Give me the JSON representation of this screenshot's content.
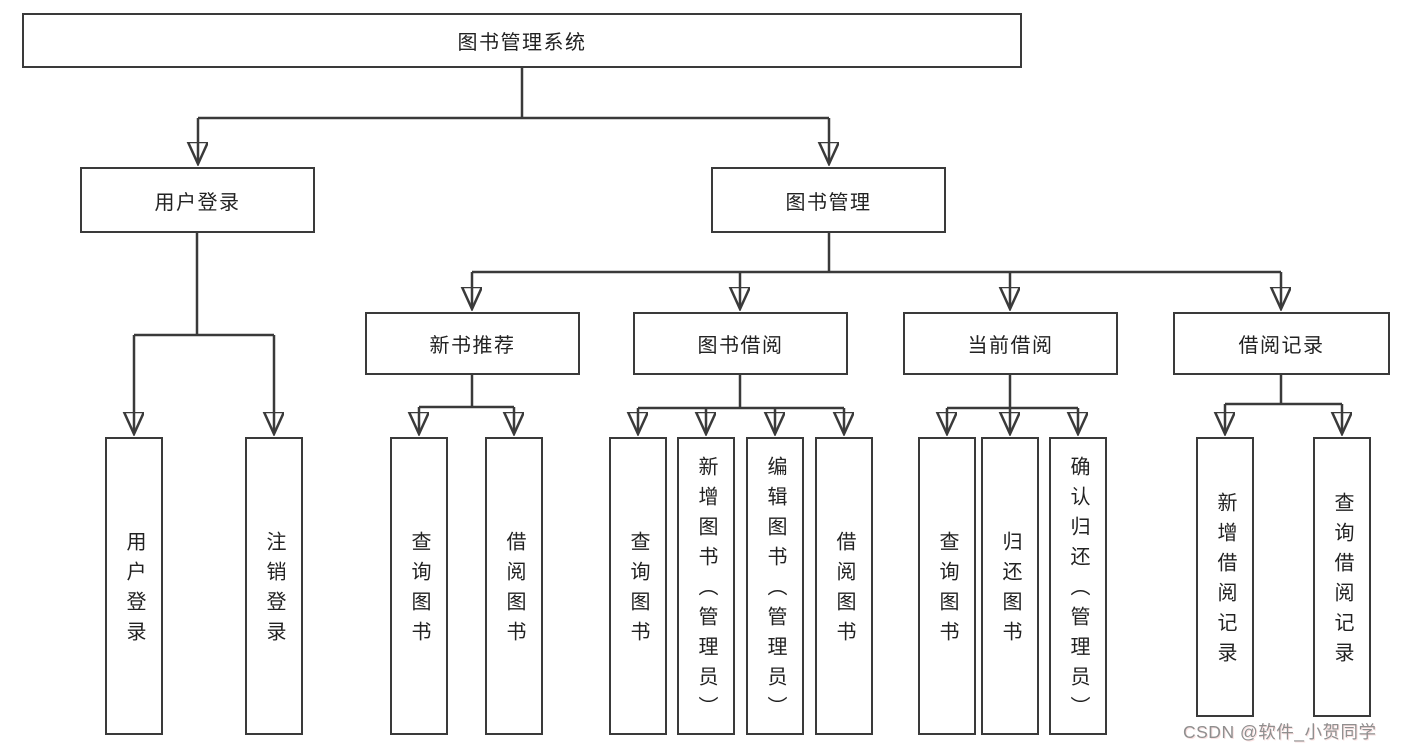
{
  "colors": {
    "line": "#3a3a3a",
    "box_border": "#3a3a3a",
    "text": "#222222",
    "watermark": "#8f8f8f"
  },
  "watermark": {
    "text": "CSDN @软件_小贺同学"
  },
  "tree": {
    "root": "图书管理系统",
    "children": [
      {
        "label": "用户登录",
        "children": [
          "用户登录",
          "注销登录"
        ]
      },
      {
        "label": "图书管理",
        "children": [
          {
            "label": "新书推荐",
            "children": [
              "查询图书",
              "借阅图书"
            ]
          },
          {
            "label": "图书借阅",
            "children": [
              "查询图书",
              "新增图书（管理员）",
              "编辑图书（管理员）",
              "借阅图书"
            ]
          },
          {
            "label": "当前借阅",
            "children": [
              "查询图书",
              "归还图书",
              "确认归还（管理员）"
            ]
          },
          {
            "label": "借阅记录",
            "children": [
              "新增借阅记录",
              "查询借阅记录"
            ]
          }
        ]
      }
    ]
  }
}
